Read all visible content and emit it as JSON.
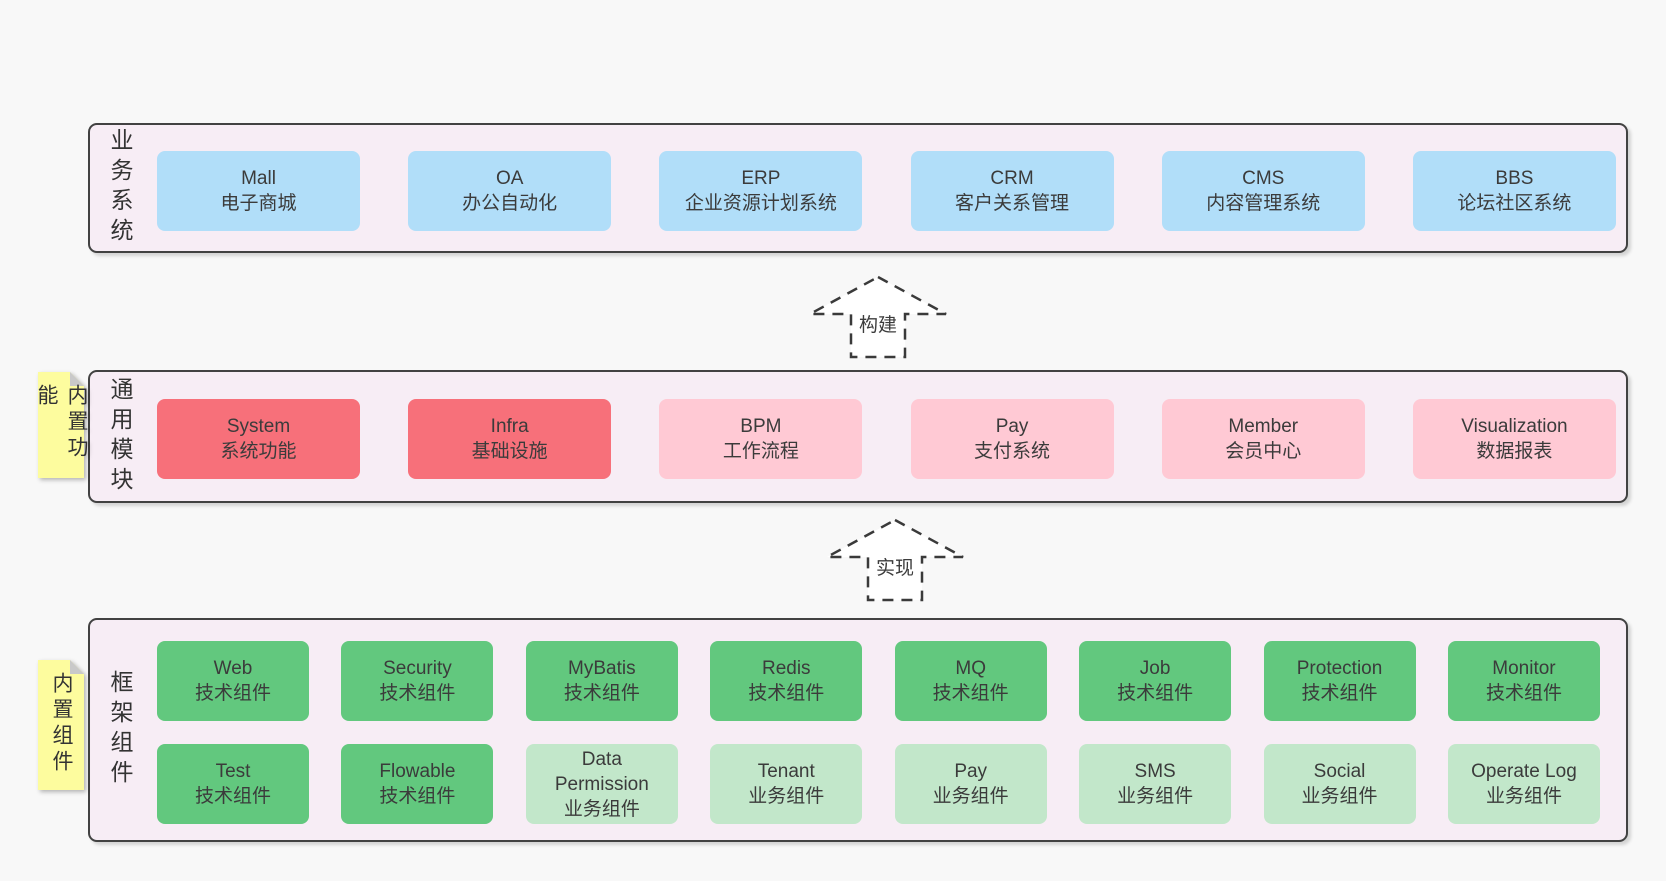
{
  "colors": {
    "page_bg": "#f8f8f8",
    "container_bg": "#f7edf5",
    "container_border": "#424242",
    "text": "#3b3b3b",
    "blue": "#b1def9",
    "red": "#f7707a",
    "pink": "#ffc9d4",
    "green": "#62c87e",
    "light_green": "#c2e7ca",
    "note_bg": "#fdfc9e",
    "note_fold": "#c9c9c9",
    "arrow_fill": "#ffffff",
    "arrow_stroke": "#3a3a3a"
  },
  "arrows": [
    {
      "label": "构建"
    },
    {
      "label": "实现"
    }
  ],
  "sections": [
    {
      "id": "business-systems",
      "label": "业务系统",
      "rows": [
        [
          {
            "en": "Mall",
            "zh": "电子商城",
            "type": "blue"
          },
          {
            "en": "OA",
            "zh": "办公自动化",
            "type": "blue"
          },
          {
            "en": "ERP",
            "zh": "企业资源计划系统",
            "type": "blue"
          },
          {
            "en": "CRM",
            "zh": "客户关系管理",
            "type": "blue"
          },
          {
            "en": "CMS",
            "zh": "内容管理系统",
            "type": "blue"
          },
          {
            "en": "BBS",
            "zh": "论坛社区系统",
            "type": "blue"
          }
        ]
      ]
    },
    {
      "id": "common-modules",
      "label": "通用模块",
      "note": "内置功能",
      "rows": [
        [
          {
            "en": "System",
            "zh": "系统功能",
            "type": "red"
          },
          {
            "en": "Infra",
            "zh": "基础设施",
            "type": "red"
          },
          {
            "en": "BPM",
            "zh": "工作流程",
            "type": "pink"
          },
          {
            "en": "Pay",
            "zh": "支付系统",
            "type": "pink"
          },
          {
            "en": "Member",
            "zh": "会员中心",
            "type": "pink"
          },
          {
            "en": "Visualization",
            "zh": "数据报表",
            "type": "pink"
          }
        ]
      ]
    },
    {
      "id": "framework-components",
      "label": "框架组件",
      "note": "内置组件",
      "rows": [
        [
          {
            "en": "Web",
            "zh": "技术组件",
            "type": "green"
          },
          {
            "en": "Security",
            "zh": "技术组件",
            "type": "green"
          },
          {
            "en": "MyBatis",
            "zh": "技术组件",
            "type": "green"
          },
          {
            "en": "Redis",
            "zh": "技术组件",
            "type": "green"
          },
          {
            "en": "MQ",
            "zh": "技术组件",
            "type": "green"
          },
          {
            "en": "Job",
            "zh": "技术组件",
            "type": "green"
          },
          {
            "en": "Protection",
            "zh": "技术组件",
            "type": "green"
          },
          {
            "en": "Monitor",
            "zh": "技术组件",
            "type": "green"
          }
        ],
        [
          {
            "en": "Test",
            "zh": "技术组件",
            "type": "green"
          },
          {
            "en": "Flowable",
            "zh": "技术组件",
            "type": "green"
          },
          {
            "en": "Data Permission",
            "zh": "业务组件",
            "type": "light_green"
          },
          {
            "en": "Tenant",
            "zh": "业务组件",
            "type": "light_green"
          },
          {
            "en": "Pay",
            "zh": "业务组件",
            "type": "light_green"
          },
          {
            "en": "SMS",
            "zh": "业务组件",
            "type": "light_green"
          },
          {
            "en": "Social",
            "zh": "业务组件",
            "type": "light_green"
          },
          {
            "en": "Operate Log",
            "zh": "业务组件",
            "type": "light_green"
          }
        ]
      ]
    }
  ]
}
